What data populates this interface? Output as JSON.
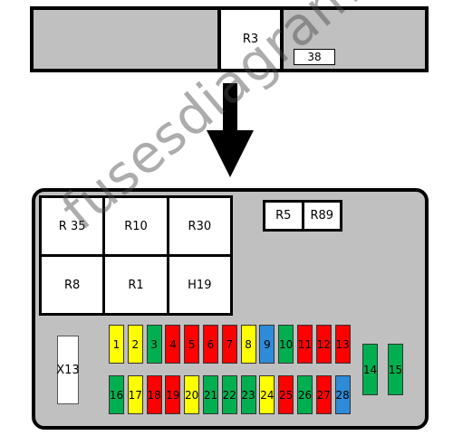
{
  "top_panel": {
    "relay_label": "R3",
    "small_box_label": "38"
  },
  "fuse_box": {
    "relays_grid": [
      "R 35",
      "R10",
      "R30",
      "R8",
      "R1",
      "H19"
    ],
    "relays_pair": [
      "R5",
      "R89"
    ],
    "connector_label": "X13",
    "fuses_row1": [
      {
        "label": "1",
        "color": "#ffff00"
      },
      {
        "label": "2",
        "color": "#ffff00"
      },
      {
        "label": "3",
        "color": "#00b050"
      },
      {
        "label": "4",
        "color": "#ff0000"
      },
      {
        "label": "5",
        "color": "#ff0000"
      },
      {
        "label": "6",
        "color": "#ff0000"
      },
      {
        "label": "7",
        "color": "#ff0000"
      },
      {
        "label": "8",
        "color": "#ffff00"
      },
      {
        "label": "9",
        "color": "#2e8bd8"
      },
      {
        "label": "10",
        "color": "#00b050"
      },
      {
        "label": "11",
        "color": "#ff0000"
      },
      {
        "label": "12",
        "color": "#ff0000"
      },
      {
        "label": "13",
        "color": "#ff0000"
      }
    ],
    "fuses_row2": [
      {
        "label": "16",
        "color": "#00b050"
      },
      {
        "label": "17",
        "color": "#ffff00"
      },
      {
        "label": "18",
        "color": "#ff0000"
      },
      {
        "label": "19",
        "color": "#ff0000"
      },
      {
        "label": "20",
        "color": "#ffff00"
      },
      {
        "label": "21",
        "color": "#00b050"
      },
      {
        "label": "22",
        "color": "#00b050"
      },
      {
        "label": "23",
        "color": "#00b050"
      },
      {
        "label": "24",
        "color": "#ffff00"
      },
      {
        "label": "25",
        "color": "#ff0000"
      },
      {
        "label": "26",
        "color": "#00b050"
      },
      {
        "label": "27",
        "color": "#ff0000"
      },
      {
        "label": "28",
        "color": "#2e8bd8"
      }
    ],
    "fuses_side": [
      {
        "label": "14",
        "color": "#00b050"
      },
      {
        "label": "15",
        "color": "#00b050"
      }
    ]
  },
  "watermark": "fusesdiagram.com"
}
